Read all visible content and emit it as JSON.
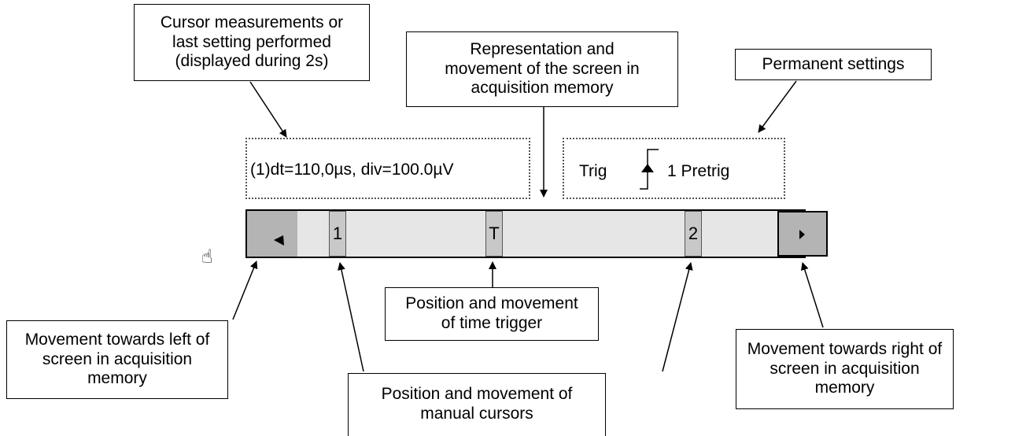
{
  "callouts": {
    "cursor_measurements": [
      "Cursor measurements or",
      "last setting performed",
      "(displayed during 2s)"
    ],
    "screen_representation": [
      "Representation and",
      "movement of the screen in",
      "acquisition memory"
    ],
    "permanent_settings": [
      "Permanent settings"
    ],
    "time_trigger": [
      "Position and movement",
      "of time trigger"
    ],
    "move_left": [
      "Movement towards left of",
      "screen in acquisition",
      "memory"
    ],
    "manual_cursors": [
      "Position and movement of",
      "manual cursors"
    ],
    "move_right": [
      "Movement towards right of",
      "screen in acquisition",
      "memory"
    ]
  },
  "display": {
    "measurement": "(1)dt=110,0µs, div=100.0µV",
    "trig_label": "Trig",
    "trig_value": "1 Pretrig"
  },
  "bar": {
    "cursor1": "1",
    "trigger": "T",
    "cursor2": "2",
    "hand_icon": "☝"
  },
  "icons": {
    "left": "left-arrow-icon",
    "right": "right-arrow-icon",
    "edge": "rising-edge-icon",
    "pointer": "hand-pointer-icon"
  }
}
